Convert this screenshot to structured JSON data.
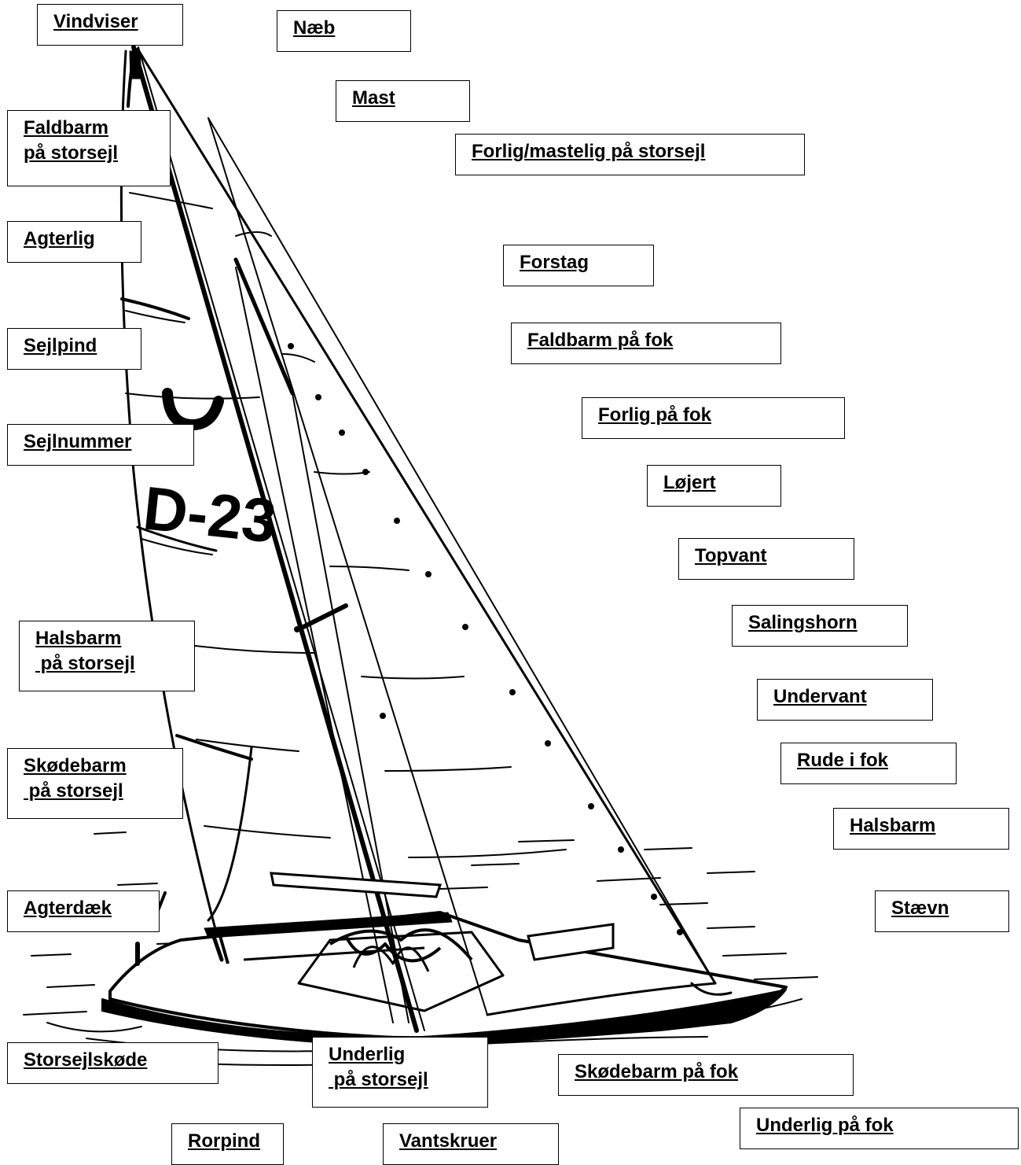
{
  "diagram": {
    "sail_number": "D-23",
    "labels": [
      {
        "key": "vindviser",
        "lines": [
          "Vindviser"
        ]
      },
      {
        "key": "naeb",
        "lines": [
          "Næb"
        ]
      },
      {
        "key": "mast",
        "lines": [
          "Mast"
        ]
      },
      {
        "key": "faldbarm-storsejl",
        "lines": [
          "Faldbarm",
          "på storsejl"
        ]
      },
      {
        "key": "forlig-storsejl",
        "lines": [
          "Forlig/mastelig på storsejl"
        ]
      },
      {
        "key": "agterlig",
        "lines": [
          "Agterlig"
        ]
      },
      {
        "key": "forstag",
        "lines": [
          "Forstag"
        ]
      },
      {
        "key": "sejlpind",
        "lines": [
          "Sejlpind"
        ]
      },
      {
        "key": "faldbarm-fok",
        "lines": [
          "Faldbarm på fok"
        ]
      },
      {
        "key": "forlig-fok",
        "lines": [
          "Forlig på fok"
        ]
      },
      {
        "key": "sejlnummer",
        "lines": [
          "Sejlnummer"
        ]
      },
      {
        "key": "lojert",
        "lines": [
          "Løjert"
        ]
      },
      {
        "key": "topvant",
        "lines": [
          "Topvant"
        ]
      },
      {
        "key": "salingshorn",
        "lines": [
          "Salingshorn"
        ]
      },
      {
        "key": "halsbarm-storsejl",
        "lines": [
          "Halsbarm",
          " på storsejl"
        ]
      },
      {
        "key": "undervant",
        "lines": [
          "Undervant"
        ]
      },
      {
        "key": "rude-fok",
        "lines": [
          "Rude i fok"
        ]
      },
      {
        "key": "skodebarm-storsejl",
        "lines": [
          "Skødebarm",
          " på storsejl"
        ]
      },
      {
        "key": "halsbarm",
        "lines": [
          "Halsbarm"
        ]
      },
      {
        "key": "agterdaek",
        "lines": [
          "Agterdæk"
        ]
      },
      {
        "key": "staevn",
        "lines": [
          "Stævn"
        ]
      },
      {
        "key": "storsejlskode",
        "lines": [
          "Storsejlskøde"
        ]
      },
      {
        "key": "underlig-storsejl",
        "lines": [
          "Underlig",
          " på storsejl"
        ]
      },
      {
        "key": "skodebarm-fok",
        "lines": [
          "Skødebarm på fok"
        ]
      },
      {
        "key": "underlig-fok",
        "lines": [
          "Underlig på fok"
        ]
      },
      {
        "key": "rorpind",
        "lines": [
          "Rorpind"
        ]
      },
      {
        "key": "vantskruer",
        "lines": [
          "Vantskruer"
        ]
      }
    ]
  }
}
